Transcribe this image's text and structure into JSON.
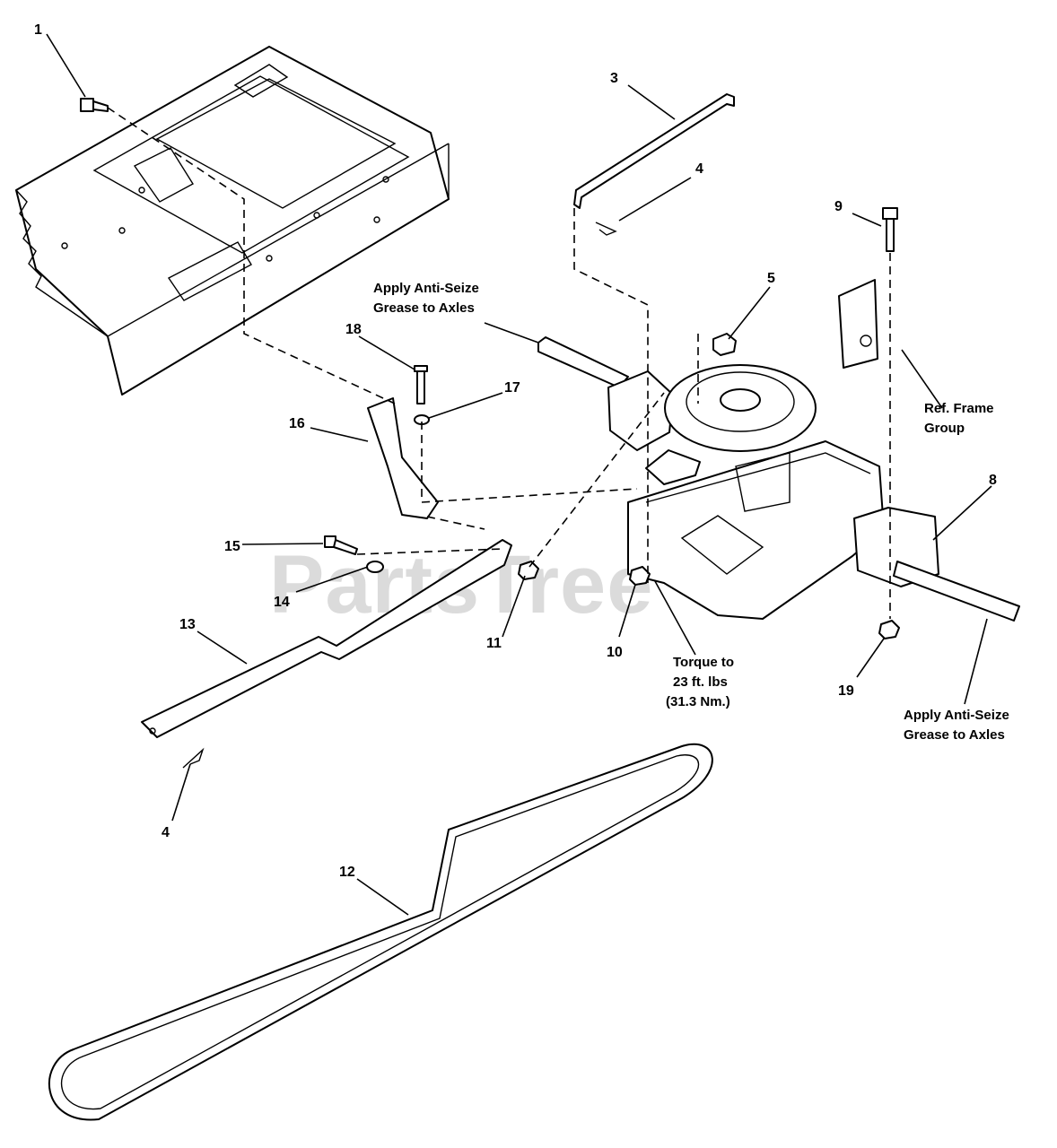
{
  "watermark": "PartsTree",
  "callouts": [
    {
      "id": "c1",
      "label": "1"
    },
    {
      "id": "c3",
      "label": "3"
    },
    {
      "id": "c4a",
      "label": "4"
    },
    {
      "id": "c5",
      "label": "5"
    },
    {
      "id": "c9",
      "label": "9"
    },
    {
      "id": "c18",
      "label": "18"
    },
    {
      "id": "c17",
      "label": "17"
    },
    {
      "id": "c16",
      "label": "16"
    },
    {
      "id": "c8",
      "label": "8"
    },
    {
      "id": "c15",
      "label": "15"
    },
    {
      "id": "c14",
      "label": "14"
    },
    {
      "id": "c11",
      "label": "11"
    },
    {
      "id": "c10",
      "label": "10"
    },
    {
      "id": "c19",
      "label": "19"
    },
    {
      "id": "c13",
      "label": "13"
    },
    {
      "id": "c4b",
      "label": "4"
    },
    {
      "id": "c12",
      "label": "12"
    }
  ],
  "notes": {
    "antiseize_left": [
      "Apply Anti-Seize",
      "Grease to Axles"
    ],
    "frame_ref": [
      "Ref. Frame",
      "Group"
    ],
    "torque": [
      "Torque to",
      "23 ft. lbs",
      "(31.3 Nm.)"
    ],
    "antiseize_right": [
      "Apply Anti-Seize",
      "Grease to Axles"
    ]
  }
}
